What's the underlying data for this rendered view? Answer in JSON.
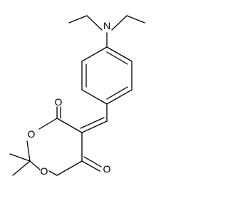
{
  "atoms": {
    "nitrogen": "N",
    "oxygen_top": "O",
    "oxygen_ring_upper": "O",
    "oxygen_ring_lower": "O",
    "oxygen_bottom": "O"
  }
}
